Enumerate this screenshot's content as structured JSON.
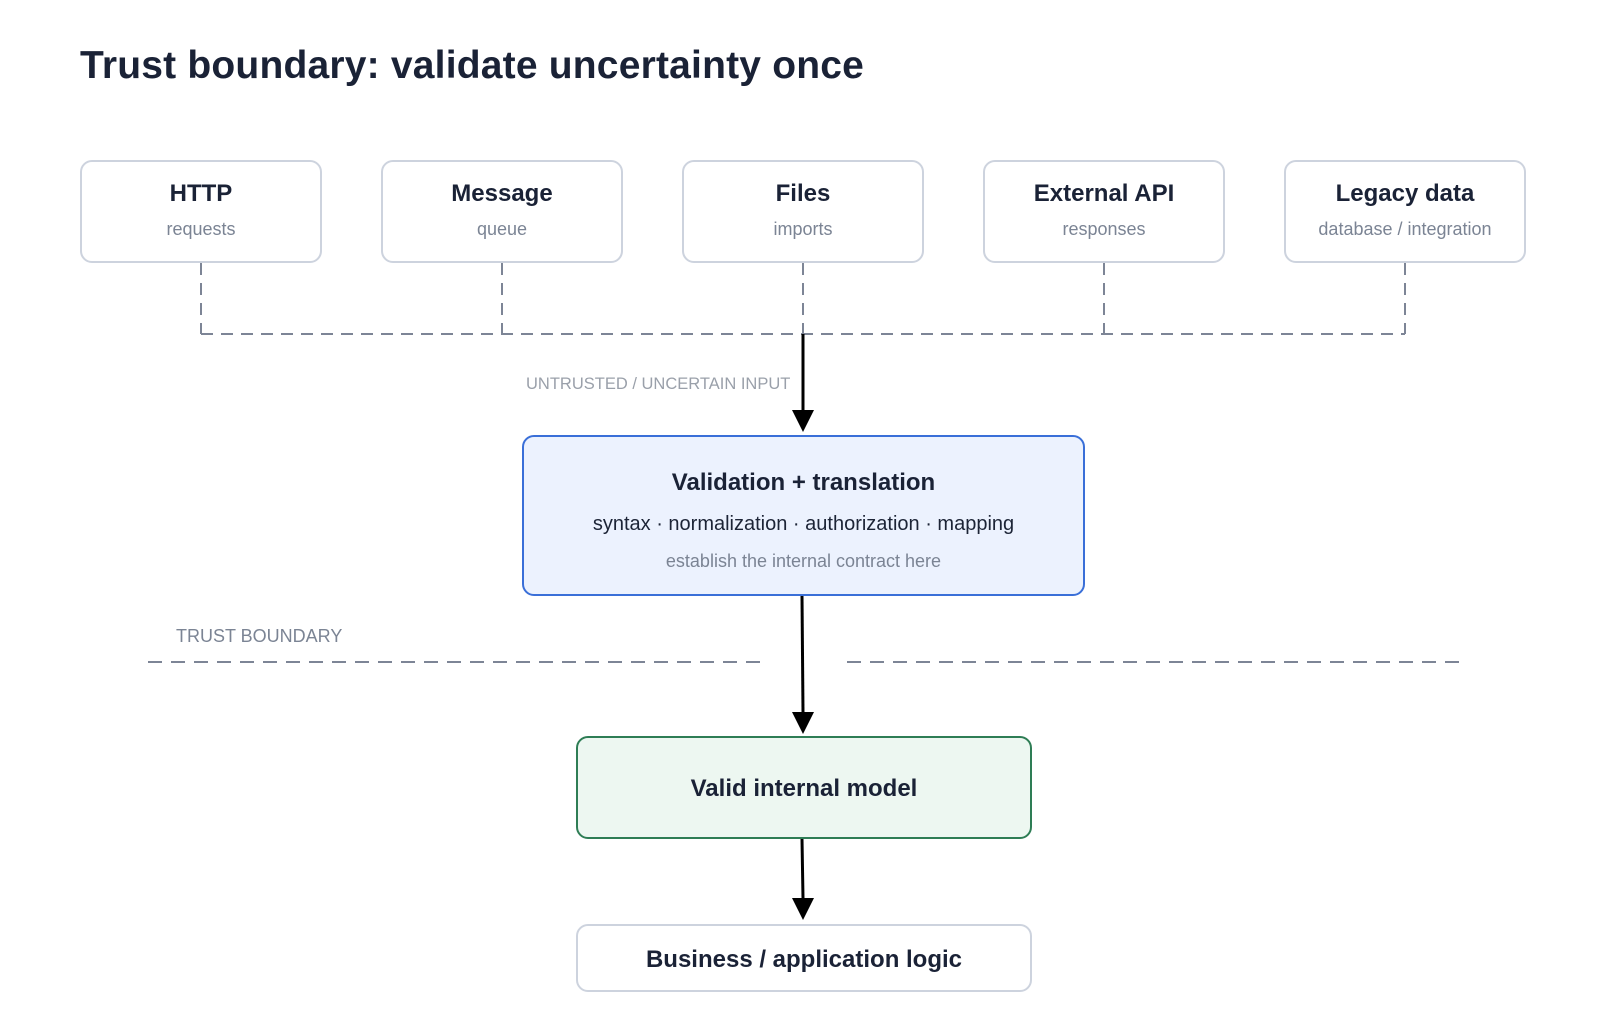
{
  "title": "Trust boundary: validate uncertainty once",
  "sources": [
    {
      "name": "HTTP",
      "sub": "requests"
    },
    {
      "name": "Message",
      "sub": "queue"
    },
    {
      "name": "Files",
      "sub": "imports"
    },
    {
      "name": "External API",
      "sub": "responses"
    },
    {
      "name": "Legacy data",
      "sub": "database / integration"
    }
  ],
  "untrusted_label": "UNTRUSTED / UNCERTAIN INPUT",
  "validation": {
    "title": "Validation + translation",
    "steps": "syntax · normalization · authorization · mapping",
    "note": "establish the internal contract here"
  },
  "boundary_label": "TRUST BOUNDARY",
  "model": {
    "title": "Valid internal model"
  },
  "logic": {
    "title": "Business / application logic"
  },
  "colors": {
    "source_border": "#cdd3de",
    "dashed_line": "#7d8596",
    "validation_border": "#3a6fd8",
    "validation_fill": "#ecf2fe",
    "model_border": "#2e7d55",
    "model_fill": "#edf7f1",
    "arrow": "#000000"
  }
}
